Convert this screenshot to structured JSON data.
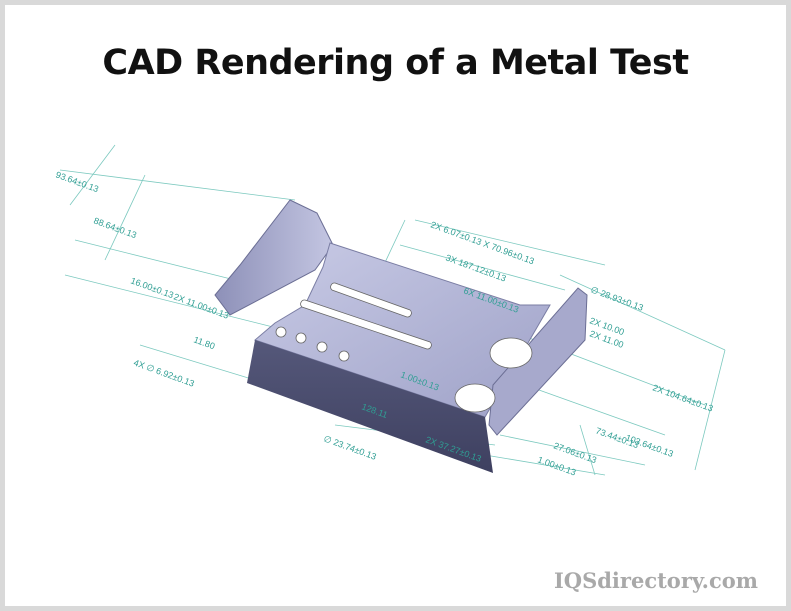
{
  "title": "CAD Rendering of a Metal Test",
  "logo": "IQSdirectory.com",
  "dimensions": {
    "d1": "93.64±0.13",
    "d2": "88.64±0.13",
    "d3": "16.00±0.13",
    "d4": "2X 11.00±0.13",
    "d5": "11.80",
    "d6": "4X ∅ 6.92±0.13",
    "d7": "2X 6.07±0.13 X 70.96±0.13",
    "d8": "3X 187.12±0.13",
    "d9": "6X 11.00±0.13",
    "d10": "∅ 28.93±0.13",
    "d11": "2X 10.00",
    "d12": "2X 11.00",
    "d13": "2X 104.64±0.13",
    "d14": "73.44±0.13",
    "d15": "103.64±0.13",
    "d16": "27.06±0.13",
    "d17": "1.00±0.13",
    "d18": "1.00±0.13",
    "d19": "∅ 23.74±0.13",
    "d20": "2X 37.27±0.13",
    "d21": "128.11"
  }
}
